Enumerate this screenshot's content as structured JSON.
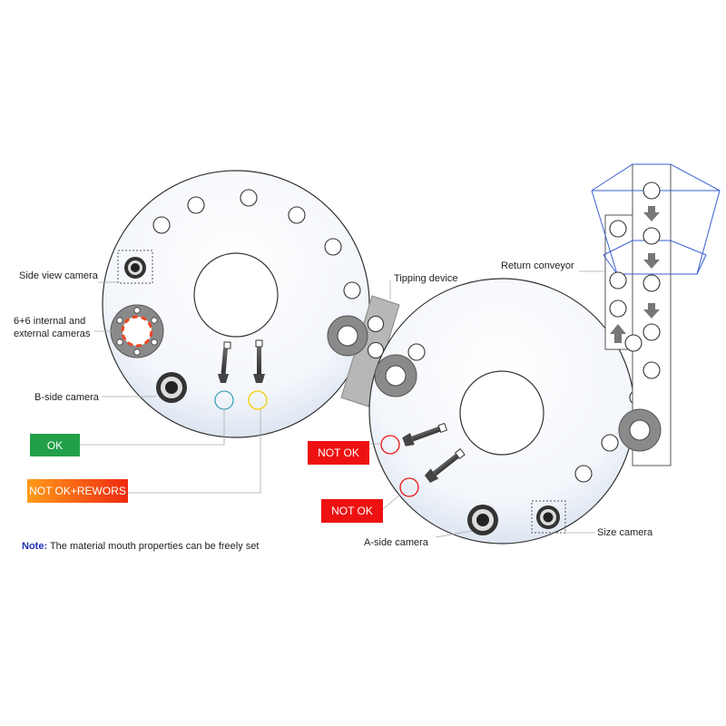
{
  "labels": {
    "side_view_camera": "Side view camera",
    "internal_external_line1": "6+6 internal and",
    "internal_external_line2": "external cameras",
    "b_side_camera": "B-side camera",
    "tipping_device": "Tipping device",
    "return_conveyor": "Return conveyor",
    "a_side_camera": "A-side camera",
    "size_camera": "Size camera"
  },
  "badges": {
    "ok": "OK",
    "not_ok_rework": "NOT OK+REWORS",
    "not_ok_1": "NOT OK",
    "not_ok_2": "NOT OK"
  },
  "note": {
    "prefix": "Note:",
    "text": " The material mouth properties can be freely set"
  },
  "colors": {
    "ok": "#22a049",
    "not_ok": "#ee1111",
    "rework_start": "#ff9b1a",
    "rework_end": "#ee2a10",
    "conveyor_outline": "#3a5fd0",
    "ok_circle": "#3aa6b0",
    "rework_circle": "#f2d422",
    "note_accent": "#1a2fb5"
  }
}
